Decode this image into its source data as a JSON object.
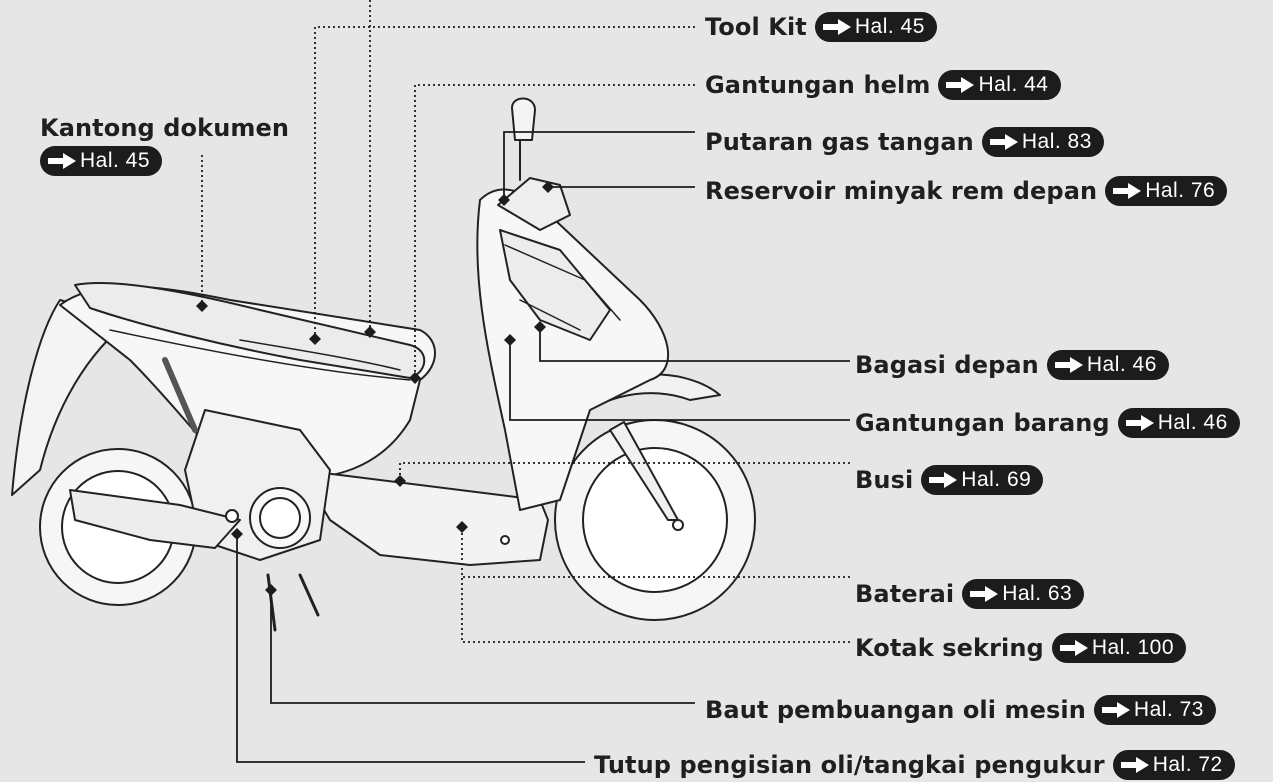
{
  "callouts": [
    {
      "id": "kantong-dokumen",
      "label": "Kantong dokumen",
      "ref": "Hal. 45"
    },
    {
      "id": "tool-kit",
      "label": "Tool Kit",
      "ref": "Hal. 45"
    },
    {
      "id": "gantungan-helm",
      "label": "Gantungan helm",
      "ref": "Hal. 44"
    },
    {
      "id": "putaran-gas",
      "label": "Putaran gas tangan",
      "ref": "Hal. 83"
    },
    {
      "id": "reservoir",
      "label": "Reservoir minyak rem depan",
      "ref": "Hal. 76"
    },
    {
      "id": "bagasi-depan",
      "label": "Bagasi depan",
      "ref": "Hal. 46"
    },
    {
      "id": "gantungan-barang",
      "label": "Gantungan barang",
      "ref": "Hal. 46"
    },
    {
      "id": "busi",
      "label": "Busi",
      "ref": "Hal. 69"
    },
    {
      "id": "baterai",
      "label": "Baterai",
      "ref": "Hal. 63"
    },
    {
      "id": "kotak-sekring",
      "label": "Kotak sekring",
      "ref": "Hal. 100"
    },
    {
      "id": "baut-oli",
      "label": "Baut pembuangan oli mesin",
      "ref": "Hal. 73"
    },
    {
      "id": "tutup-oli",
      "label": "Tutup pengisian oli/tangkai pengukur",
      "ref": "Hal. 72"
    }
  ],
  "colors": {
    "background": "#e6e6e6",
    "line": "#1c1c1c",
    "pill": "#1c1c1c",
    "pill_text": "#ffffff"
  }
}
